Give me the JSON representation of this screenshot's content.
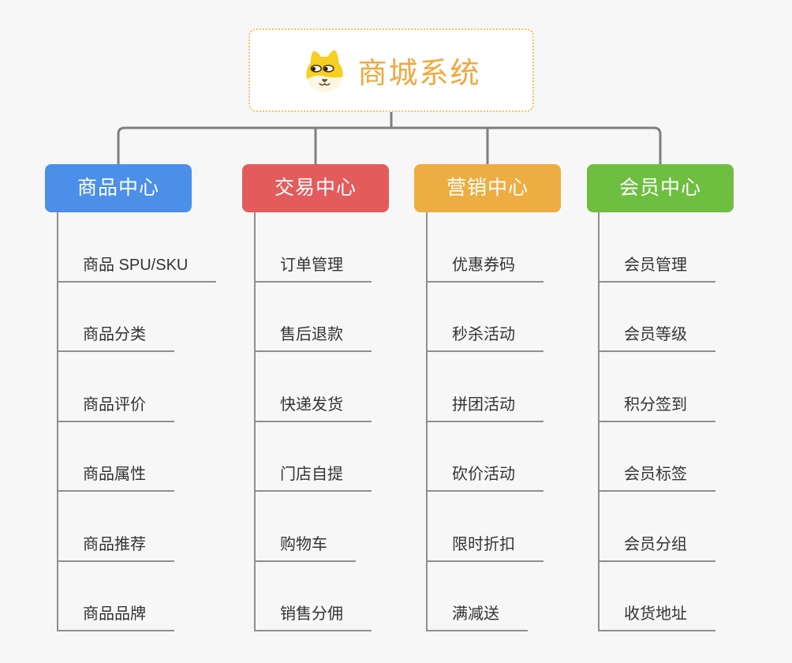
{
  "root": {
    "title": "商城系统",
    "icon": "shiba-dog-icon",
    "accent_color": "#F1A73C",
    "border_color": "#F6BE65"
  },
  "connector_color": "#7f7f7f",
  "background_color": "#f7f7f7",
  "branches": [
    {
      "label": "商品中心",
      "color": "#4B8FE8",
      "children": [
        "商品 SPU/SKU",
        "商品分类",
        "商品评价",
        "商品属性",
        "商品推荐",
        "商品品牌"
      ]
    },
    {
      "label": "交易中心",
      "color": "#E45B5B",
      "children": [
        "订单管理",
        "售后退款",
        "快递发货",
        "门店自提",
        "购物车",
        "销售分佣"
      ]
    },
    {
      "label": "营销中心",
      "color": "#EDAD43",
      "children": [
        "优惠券码",
        "秒杀活动",
        "拼团活动",
        "砍价活动",
        "限时折扣",
        "满减送"
      ]
    },
    {
      "label": "会员中心",
      "color": "#6EBE40",
      "children": [
        "会员管理",
        "会员等级",
        "积分签到",
        "会员标签",
        "会员分组",
        "收货地址"
      ]
    }
  ]
}
